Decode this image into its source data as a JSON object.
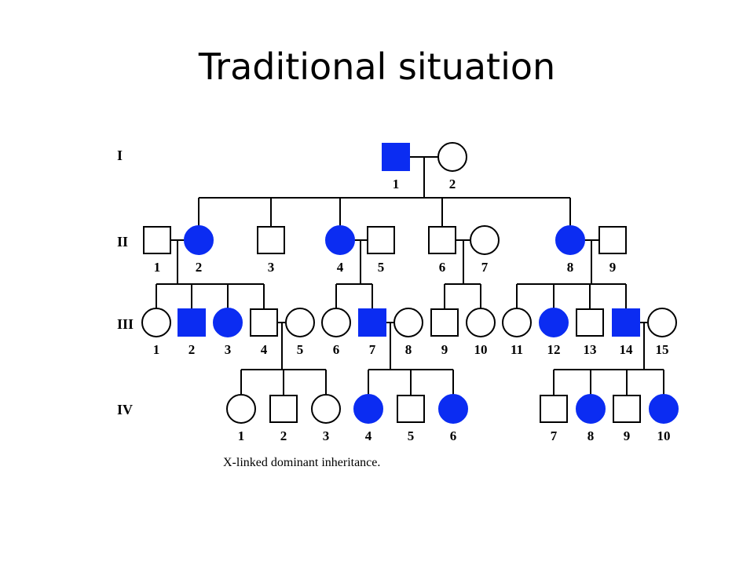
{
  "title": "Traditional situation",
  "caption": "X-linked dominant inheritance.",
  "colors": {
    "affected": "#0b2cf2",
    "line": "#000000",
    "unaffected": "#ffffff"
  },
  "generations": [
    {
      "label": "I",
      "members": [
        {
          "num": "1",
          "sex": "male",
          "affected": true
        },
        {
          "num": "2",
          "sex": "female",
          "affected": false
        }
      ]
    },
    {
      "label": "II",
      "members": [
        {
          "num": "1",
          "sex": "male",
          "affected": false
        },
        {
          "num": "2",
          "sex": "female",
          "affected": true
        },
        {
          "num": "3",
          "sex": "male",
          "affected": false
        },
        {
          "num": "4",
          "sex": "female",
          "affected": true
        },
        {
          "num": "5",
          "sex": "male",
          "affected": false
        },
        {
          "num": "6",
          "sex": "male",
          "affected": false
        },
        {
          "num": "7",
          "sex": "female",
          "affected": false
        },
        {
          "num": "8",
          "sex": "female",
          "affected": true
        },
        {
          "num": "9",
          "sex": "male",
          "affected": false
        }
      ]
    },
    {
      "label": "III",
      "members": [
        {
          "num": "1",
          "sex": "female",
          "affected": false
        },
        {
          "num": "2",
          "sex": "male",
          "affected": true
        },
        {
          "num": "3",
          "sex": "female",
          "affected": true
        },
        {
          "num": "4",
          "sex": "male",
          "affected": false
        },
        {
          "num": "5",
          "sex": "female",
          "affected": false
        },
        {
          "num": "6",
          "sex": "female",
          "affected": false
        },
        {
          "num": "7",
          "sex": "male",
          "affected": true
        },
        {
          "num": "8",
          "sex": "female",
          "affected": false
        },
        {
          "num": "9",
          "sex": "male",
          "affected": false
        },
        {
          "num": "10",
          "sex": "female",
          "affected": false
        },
        {
          "num": "11",
          "sex": "female",
          "affected": false
        },
        {
          "num": "12",
          "sex": "female",
          "affected": true
        },
        {
          "num": "13",
          "sex": "male",
          "affected": false
        },
        {
          "num": "14",
          "sex": "male",
          "affected": true
        },
        {
          "num": "15",
          "sex": "female",
          "affected": false
        }
      ]
    },
    {
      "label": "IV",
      "members": [
        {
          "num": "1",
          "sex": "female",
          "affected": false
        },
        {
          "num": "2",
          "sex": "male",
          "affected": false
        },
        {
          "num": "3",
          "sex": "female",
          "affected": false
        },
        {
          "num": "4",
          "sex": "female",
          "affected": true
        },
        {
          "num": "5",
          "sex": "male",
          "affected": false
        },
        {
          "num": "6",
          "sex": "female",
          "affected": true
        },
        {
          "num": "7",
          "sex": "male",
          "affected": false
        },
        {
          "num": "8",
          "sex": "female",
          "affected": true
        },
        {
          "num": "9",
          "sex": "male",
          "affected": false
        },
        {
          "num": "10",
          "sex": "female",
          "affected": true
        }
      ]
    }
  ]
}
